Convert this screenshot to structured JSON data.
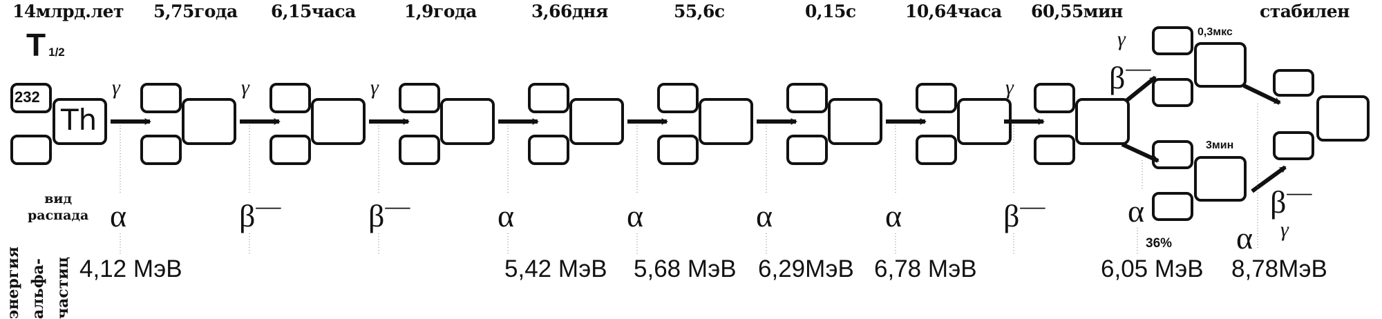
{
  "half_lives": [
    "14млрд.лет",
    "5,75года",
    "6,15часа",
    "1,9года",
    "3,66дня",
    "55,6с",
    "0,15с",
    "10,64часа",
    "60,55мин"
  ],
  "stable_label": "стабилен",
  "t_half": {
    "main": "T",
    "sub": "1/2"
  },
  "decay_type_label": [
    "вид",
    "распада"
  ],
  "energy_label": [
    "энергия",
    "альфа-",
    "частиц"
  ],
  "nucleus": {
    "mass": "232",
    "symbol": "Th"
  },
  "transitions": [
    {
      "decay": "α",
      "gamma": "γ",
      "energy": "4,12 МэВ"
    },
    {
      "decay": "β−",
      "gamma": "γ",
      "energy": null
    },
    {
      "decay": "β−",
      "gamma": "γ",
      "energy": null
    },
    {
      "decay": "α",
      "gamma": null,
      "energy": "5,42 МэВ"
    },
    {
      "decay": "α",
      "gamma": null,
      "energy": "5,68 МэВ"
    },
    {
      "decay": "α",
      "gamma": null,
      "energy": "6,29МэВ"
    },
    {
      "decay": "α",
      "gamma": null,
      "energy": "6,78 МэВ"
    },
    {
      "decay": "β−",
      "gamma": "γ",
      "energy": null
    }
  ],
  "branches": {
    "upper": {
      "decay": "β−",
      "gamma": "γ",
      "half_life": "0,3мкс"
    },
    "lower": {
      "decay": "α",
      "percent": "36%",
      "energy": "6,05 МэВ",
      "half_life": "3мин"
    },
    "upper_to_final": {
      "decay": "α",
      "energy": "8,78МэВ"
    },
    "lower_to_final": {
      "decay": "β−",
      "gamma": "γ"
    }
  }
}
